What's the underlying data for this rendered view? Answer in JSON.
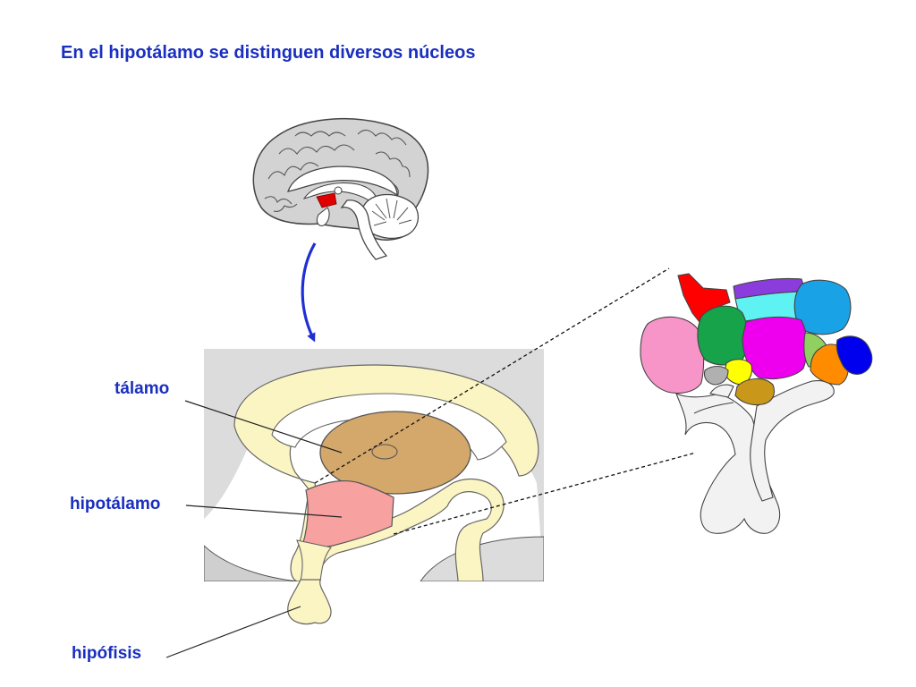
{
  "title": "En el hipotálamo se distinguen diversos núcleos",
  "labels": {
    "talamo": "tálamo",
    "hipotalamo": "hipotálamo",
    "hipofisis": "hipófisis"
  },
  "colors": {
    "text": "#1a2fbf",
    "arrow": "#1f2fd6",
    "thalamus": "#d4a76a",
    "hypothalamus": "#f7a1a1",
    "ventricle": "#fbf5c3",
    "background_tissue": "#dcdcdc",
    "highlight": "#e00000"
  },
  "nuclei_colors": [
    "#ff0000",
    "#8a3cdc",
    "#5ff2f2",
    "#1aa2e6",
    "#f794c8",
    "#16a34a",
    "#ee00ee",
    "#90d060",
    "#ff8c00",
    "#0000ee",
    "#ffff00",
    "#b0b0b0",
    "#c9971a"
  ]
}
